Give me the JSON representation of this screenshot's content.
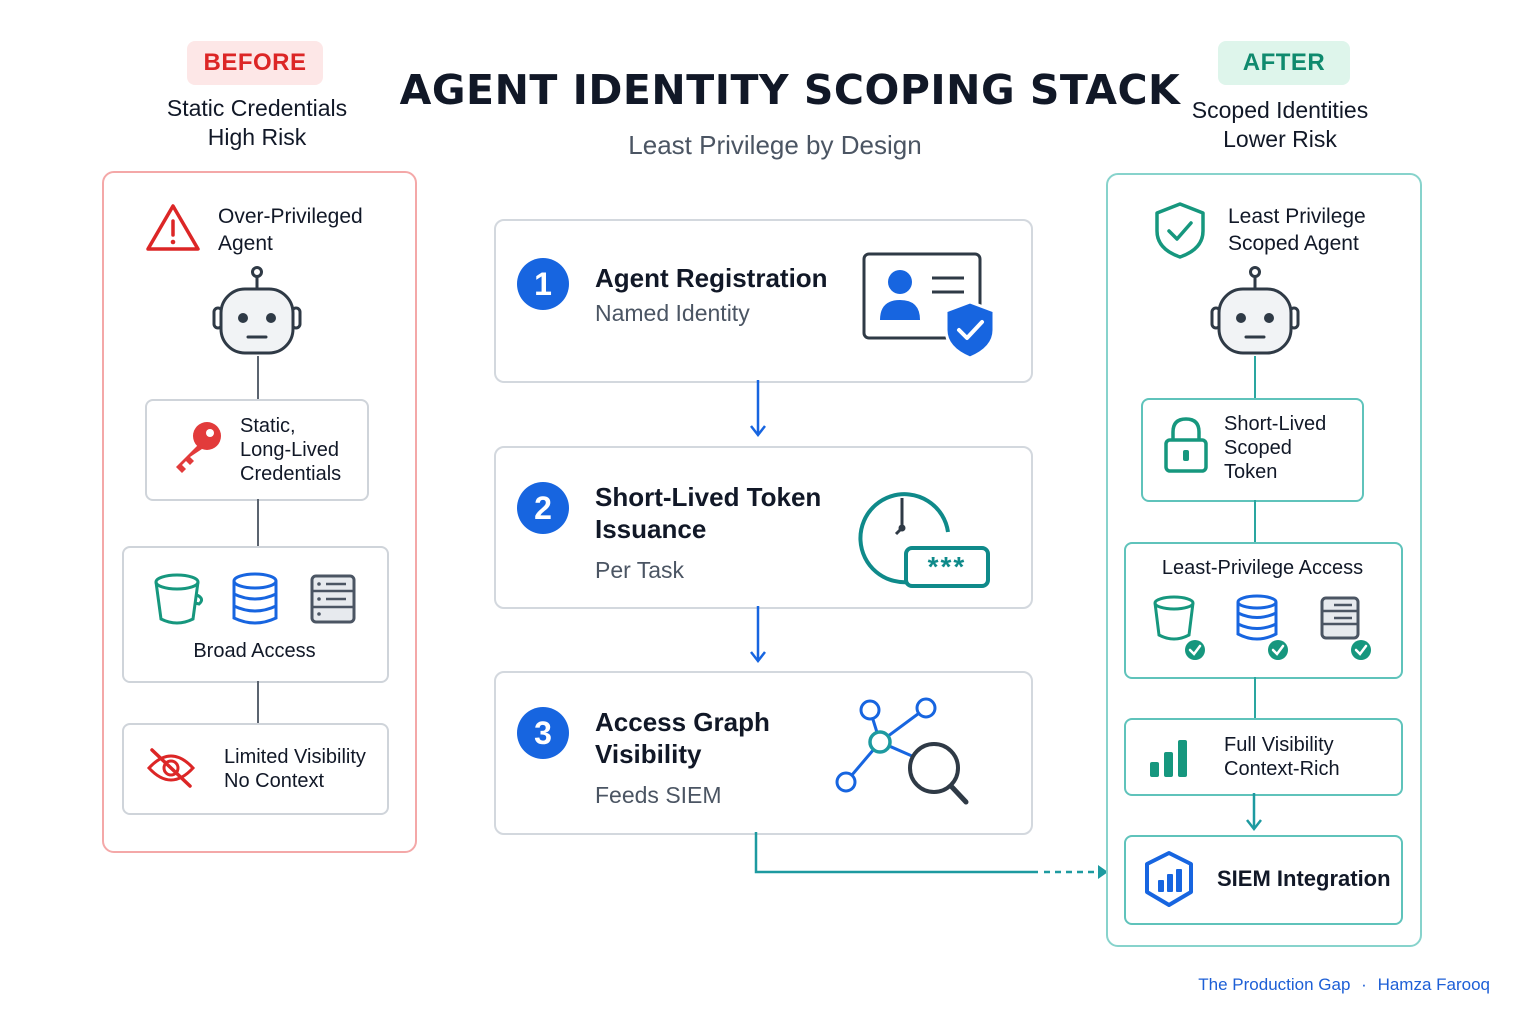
{
  "title": "AGENT IDENTITY SCOPING STACK",
  "subtitle": "Least Privilege by Design",
  "before": {
    "badge": "BEFORE",
    "heading_line1": "Static Credentials",
    "heading_line2": "High Risk",
    "agent_line1": "Over-Privileged",
    "agent_line2": "Agent",
    "cred_line1": "Static,",
    "cred_line2": "Long-Lived",
    "cred_line3": "Credentials",
    "access_label": "Broad Access",
    "vis_line1": "Limited Visibility",
    "vis_line2": "No Context"
  },
  "after": {
    "badge": "AFTER",
    "heading_line1": "Scoped Identities",
    "heading_line2": "Lower Risk",
    "agent_line1": "Least Privilege",
    "agent_line2": "Scoped Agent",
    "token_line1": "Short-Lived",
    "token_line2": "Scoped",
    "token_line3": "Token",
    "access_label": "Least-Privilege Access",
    "vis_line1": "Full Visibility",
    "vis_line2": "Context-Rich",
    "siem_label": "SIEM Integration"
  },
  "steps": [
    {
      "number": "1",
      "title_line1": "Agent Registration",
      "title_line2": "",
      "subtitle": "Named Identity"
    },
    {
      "number": "2",
      "title_line1": "Short-Lived Token",
      "title_line2": "Issuance",
      "subtitle": "Per Task"
    },
    {
      "number": "3",
      "title_line1": "Access Graph",
      "title_line2": "Visibility",
      "subtitle": "Feeds SIEM"
    }
  ],
  "token_mask": "***",
  "footer": {
    "publication": "The Production Gap",
    "separator": "·",
    "author": "Hamza Farooq"
  },
  "colors": {
    "before_accent": "#dc2626",
    "after_accent": "#0f8a6e",
    "step_blue": "#1765e0",
    "teal": "#2aa6a0"
  },
  "icons": {
    "before": [
      "warning-icon",
      "robot-icon",
      "key-icon",
      "bucket-icon",
      "database-icon",
      "server-icon",
      "eye-off-icon"
    ],
    "after": [
      "shield-check-icon",
      "robot-icon",
      "lock-icon",
      "bucket-icon",
      "database-icon",
      "server-icon",
      "bar-chart-icon",
      "siem-shield-icon"
    ],
    "steps": [
      "id-card-icon",
      "clock-token-icon",
      "graph-search-icon"
    ]
  }
}
